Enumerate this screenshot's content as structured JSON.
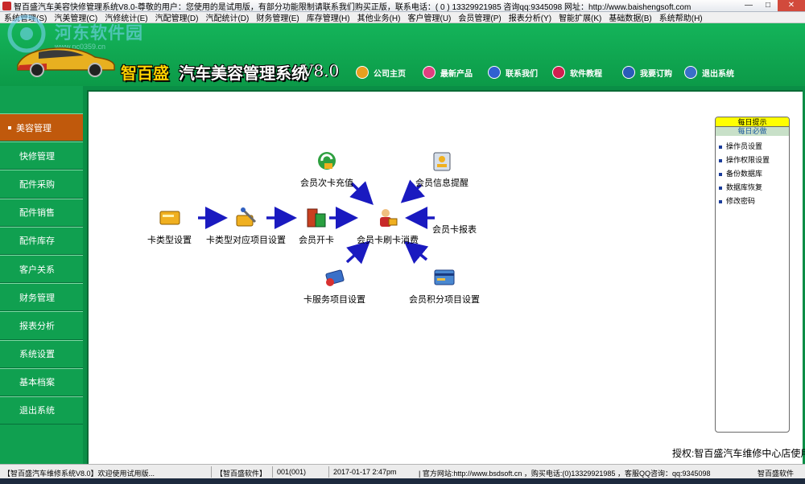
{
  "titlebar": {
    "title": "智百盛汽车美容快修管理系统V8.0-尊敬的用户：您使用的是试用版，有部分功能限制请联系我们购买正版，联系电话：( 0 ) 13329921985  咨询qq:9345098  网址：http://www.baishengsoft.com",
    "minimize": "—",
    "maximize": "□",
    "close": "✕"
  },
  "menu": [
    "系统管理(S)",
    "汽美管理(C)",
    "汽修统计(E)",
    "汽配管理(D)",
    "汽配统计(D)",
    "财务管理(E)",
    "库存管理(H)",
    "其他业务(H)",
    "客户管理(U)",
    "会员管理(P)",
    "报表分析(Y)",
    "智能扩展(K)",
    "基础数据(B)",
    "系统帮助(H)"
  ],
  "watermark": {
    "text": "河东软件园",
    "sub": "www.pc0359.cn"
  },
  "brand": {
    "name": "智百盛",
    "system": "汽车美容管理系统",
    "version": "V8.0"
  },
  "toplinks": [
    {
      "label": "公司主页",
      "icon": "home-icon",
      "color": "#e8a020"
    },
    {
      "label": "最新产品",
      "icon": "flower-icon",
      "color": "#e04080"
    },
    {
      "label": "联系我们",
      "icon": "contact-icon",
      "color": "#3060d0"
    },
    {
      "label": "软件教程",
      "icon": "tutorial-icon",
      "color": "#d02050"
    },
    {
      "label": "我要订购",
      "icon": "order-icon",
      "color": "#2a5cb8"
    },
    {
      "label": "退出系统",
      "icon": "exit-icon",
      "color": "#3a70c8"
    }
  ],
  "sidebar": {
    "items": [
      {
        "label": "美容管理",
        "active": true
      },
      {
        "label": "快修管理"
      },
      {
        "label": "配件采购"
      },
      {
        "label": "配件销售"
      },
      {
        "label": "配件库存"
      },
      {
        "label": "客户关系"
      },
      {
        "label": "财务管理"
      },
      {
        "label": "报表分析"
      },
      {
        "label": "系统设置"
      },
      {
        "label": "基本档案"
      },
      {
        "label": "退出系统"
      }
    ]
  },
  "flow": {
    "card_type": "卡类型设置",
    "card_item": "卡类型对应项目设置",
    "open_card": "会员开卡",
    "consume": "会员卡刷卡消费",
    "recharge": "会员次卡充值",
    "reminder": "会员信息提醒",
    "report": "会员卡报表",
    "service": "卡服务项目设置",
    "points": "会员积分项目设置"
  },
  "tips": {
    "header": "每日提示",
    "sub": "每日必做",
    "items": [
      "操作员设置",
      "操作权限设置",
      "备份数据库",
      "数据库恢复",
      "修改密码"
    ]
  },
  "copyright": "授权:智百盛汽车维修中心店使用",
  "status": {
    "app": "【智百盛汽车维修系统V8.0】欢迎使用试用版...",
    "company": "【智百盛软件】",
    "user": "001(001)",
    "datetime": "2017-01-17 2:47pm",
    "contact": "| 官方网站:http://www.bsdsoft.cn ，购买电话:(0)13329921985 ，客服QQ咨询：qq:9345098",
    "brand": "智百盛软件"
  }
}
